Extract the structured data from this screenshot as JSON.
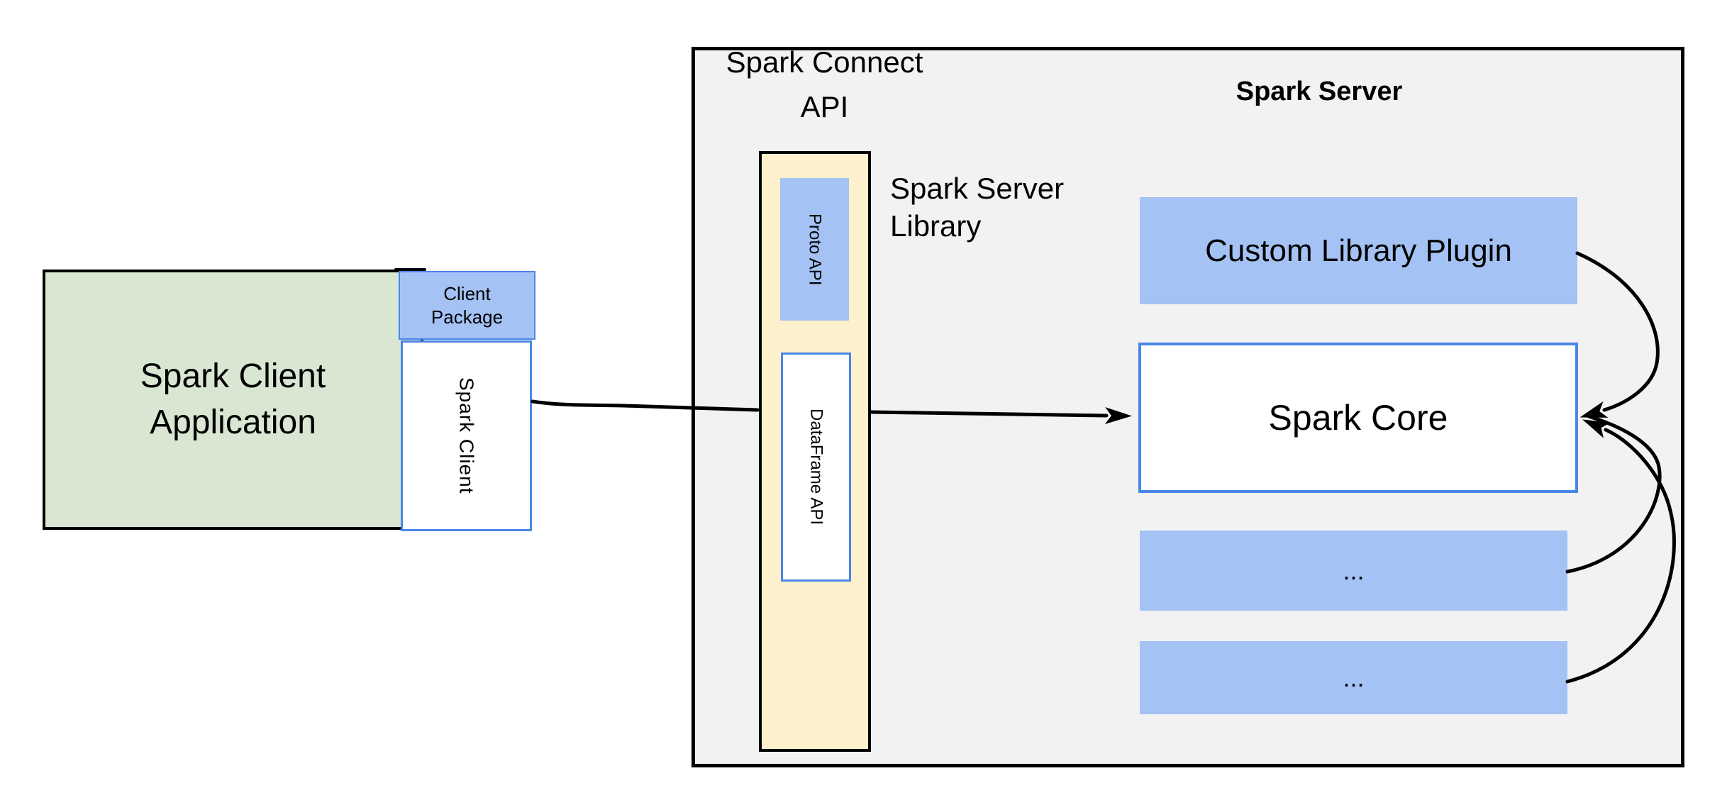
{
  "diagram": {
    "client": {
      "app_line1": "Spark Client",
      "app_line2": "Application",
      "package_line1": "Client",
      "package_line2": "Package",
      "spark_client": "Spark Client"
    },
    "connect": {
      "title_line1": "Spark Connect",
      "title_line2": "API",
      "proto_api": "Proto API",
      "dataframe_api": "DataFrame API",
      "server_library_line1": "Spark Server",
      "server_library_line2": "Library"
    },
    "server": {
      "title": "Spark Server",
      "custom_plugin": "Custom Library Plugin",
      "spark_core": "Spark Core",
      "ellipsis_box_1": "...",
      "ellipsis_box_2": "..."
    }
  },
  "colors": {
    "green-fill": "#d9e7d2",
    "blue-fill": "#a4c2f4",
    "blue-border": "#4a86e8",
    "yellow-fill": "#fdf0cc",
    "gray-fill": "#f1f2f1",
    "outline": "#000000",
    "text": "#000000"
  }
}
